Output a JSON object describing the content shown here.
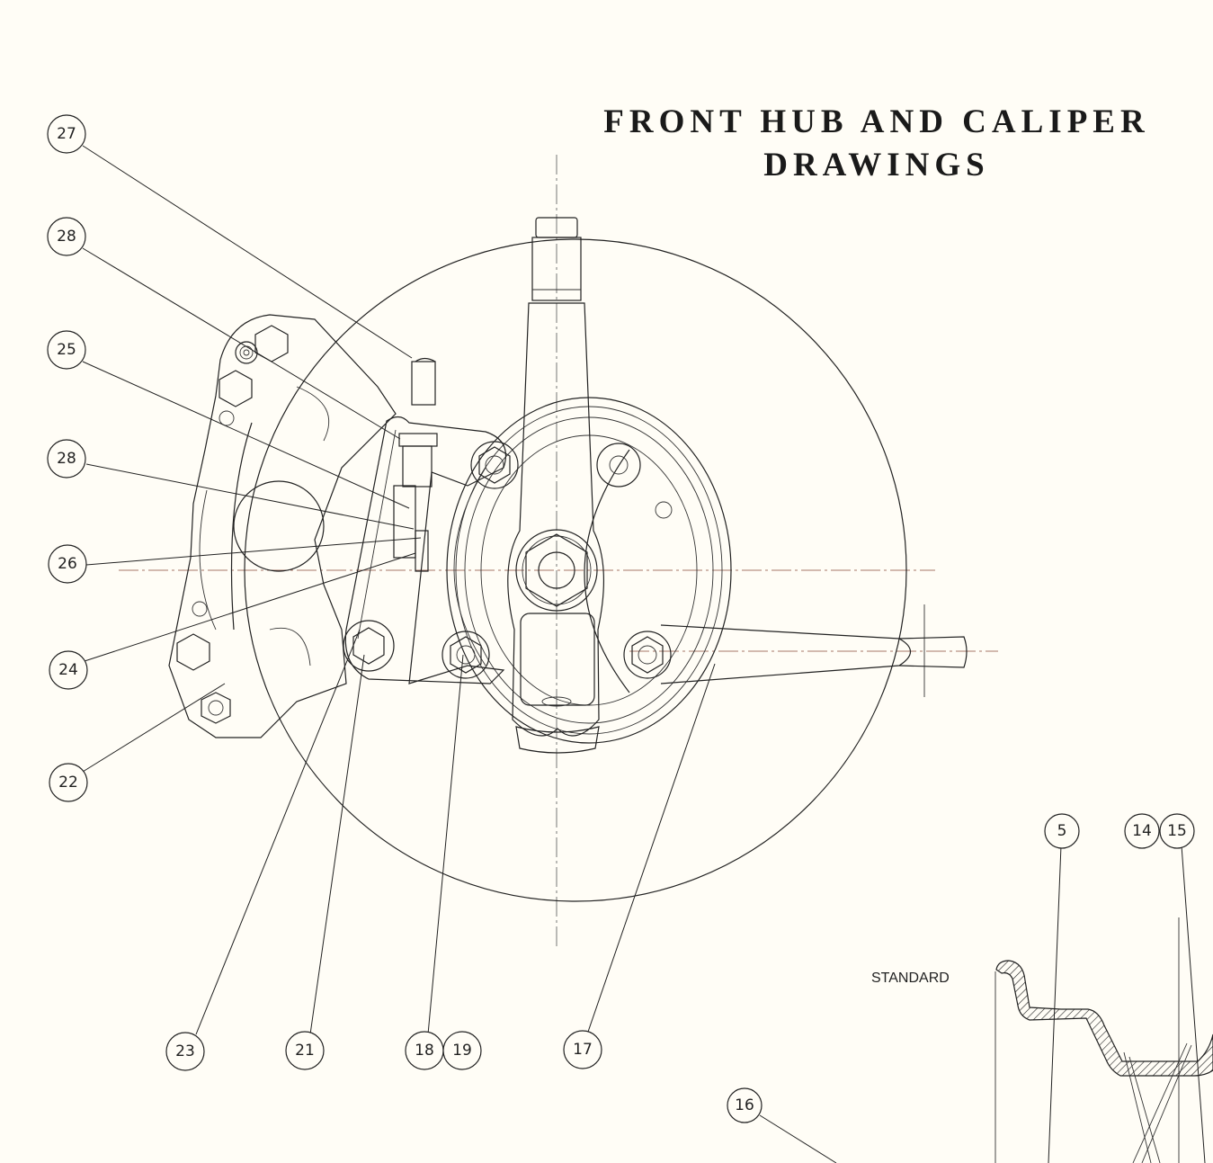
{
  "title": {
    "line1": "FRONT HUB AND CALIPER",
    "line2": "DRAWINGS"
  },
  "section_label": "STANDARD",
  "callouts": [
    {
      "id": "27",
      "label": "27"
    },
    {
      "id": "28a",
      "label": "28"
    },
    {
      "id": "25",
      "label": "25"
    },
    {
      "id": "28b",
      "label": "28"
    },
    {
      "id": "26",
      "label": "26"
    },
    {
      "id": "24",
      "label": "24"
    },
    {
      "id": "22",
      "label": "22"
    },
    {
      "id": "23",
      "label": "23"
    },
    {
      "id": "21",
      "label": "21"
    },
    {
      "id": "18",
      "label": "18"
    },
    {
      "id": "19",
      "label": "19"
    },
    {
      "id": "17",
      "label": "17"
    },
    {
      "id": "5",
      "label": "5"
    },
    {
      "id": "14",
      "label": "14"
    },
    {
      "id": "15",
      "label": "15"
    },
    {
      "id": "16",
      "label": "16"
    }
  ],
  "colors": {
    "paper": "#fffdf6",
    "ink": "#222222"
  }
}
